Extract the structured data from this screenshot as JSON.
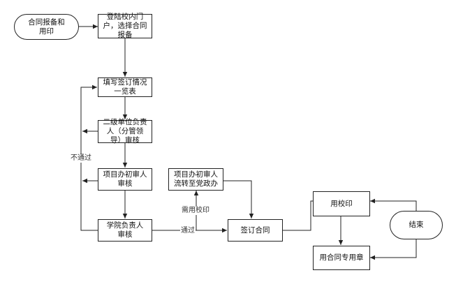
{
  "nodes": {
    "n_start": "合同报备和\n用印",
    "n_login": "登陆校内门\n户，选择合同\n报备",
    "n_fill": "填写签订情况\n一览表",
    "n_level2": "二级单位负责\n人（分管领\n导）审核",
    "n_pmo": "项目办初审人\n审核",
    "n_dean": "学院负责人\n审核",
    "n_pmo2": "项目办初审人\n流转至党政办",
    "n_sign": "签订合同",
    "n_seal": "用校印",
    "n_contract_seal": "用合同专用章",
    "n_end": "结束"
  },
  "edge_labels": {
    "reject": "不通过",
    "need_seal": "需用校印",
    "pass": "通过"
  },
  "colors": {
    "line": "#222222"
  }
}
